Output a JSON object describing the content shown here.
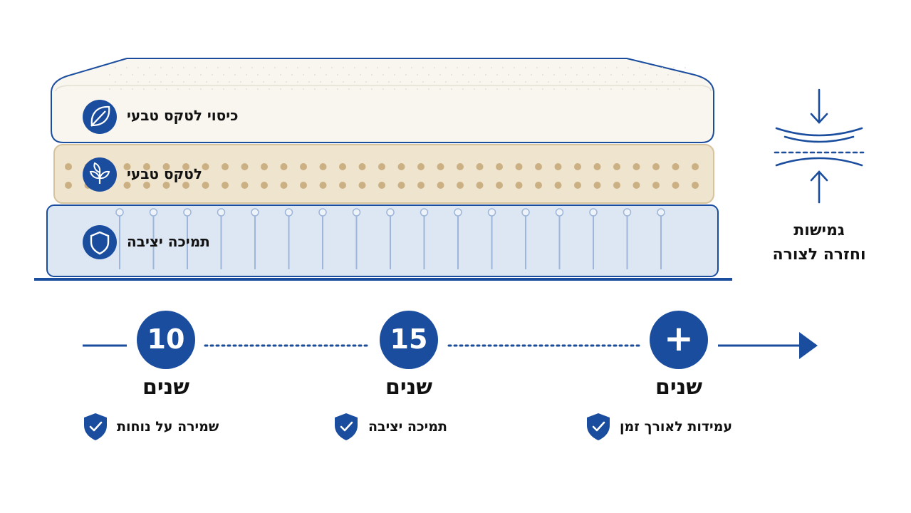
{
  "colors": {
    "accent": "#1b4d9e",
    "cover_fill": "#f8f6ef",
    "latex_fill": "#efe4cd",
    "latex_dot": "#cbb083",
    "support_fill": "#dde7f4",
    "support_line": "#9db6da"
  },
  "layers": [
    {
      "label": "כיסוי לטקס טבעי",
      "icon": "leaf-icon"
    },
    {
      "label": "לטקס טבעי",
      "icon": "sprout-icon"
    },
    {
      "label": "תמיכה יציבה",
      "icon": "shield-icon"
    }
  ],
  "side_feature": {
    "icon": "compress-icon",
    "line1": "גמישות",
    "line2": "וחזרה לצורה"
  },
  "timeline": {
    "milestones": [
      {
        "value": "10",
        "unit": "שנים",
        "benefit": "שמירה על נוחות"
      },
      {
        "value": "15",
        "unit": "שנים",
        "benefit": "תמיכה יציבה"
      },
      {
        "value": "+",
        "unit": "שנים",
        "benefit": "עמידות לאורך זמן"
      }
    ]
  }
}
